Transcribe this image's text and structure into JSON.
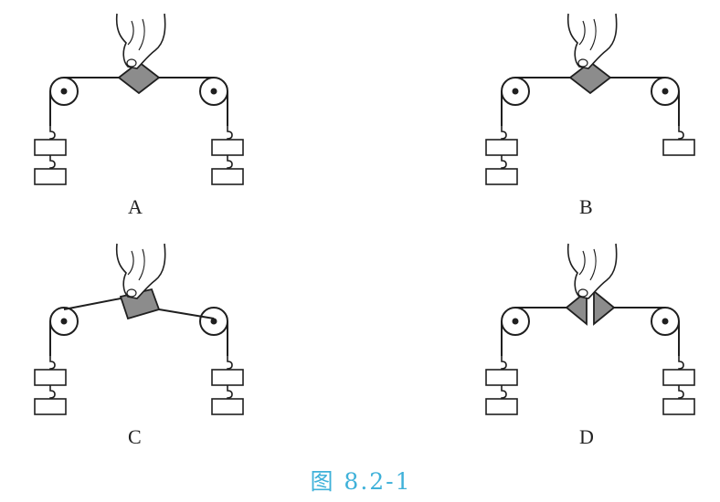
{
  "figure": {
    "caption": "图 8.2-1",
    "caption_color": "#3fb1d9",
    "line_color": "#1f1f1f",
    "card_fill": "#8c8c8c",
    "panels": [
      {
        "id": "A",
        "label": "A",
        "left_weights": 2,
        "right_weights": 2,
        "card": "square-level",
        "icon": "hand-icon"
      },
      {
        "id": "B",
        "label": "B",
        "left_weights": 2,
        "right_weights": 1,
        "card": "square-level",
        "icon": "hand-icon"
      },
      {
        "id": "C",
        "label": "C",
        "left_weights": 2,
        "right_weights": 2,
        "card": "square-rotated",
        "icon": "hand-icon"
      },
      {
        "id": "D",
        "label": "D",
        "left_weights": 2,
        "right_weights": 2,
        "card": "square-cut-in-half",
        "icon": "hand-icon"
      }
    ]
  }
}
